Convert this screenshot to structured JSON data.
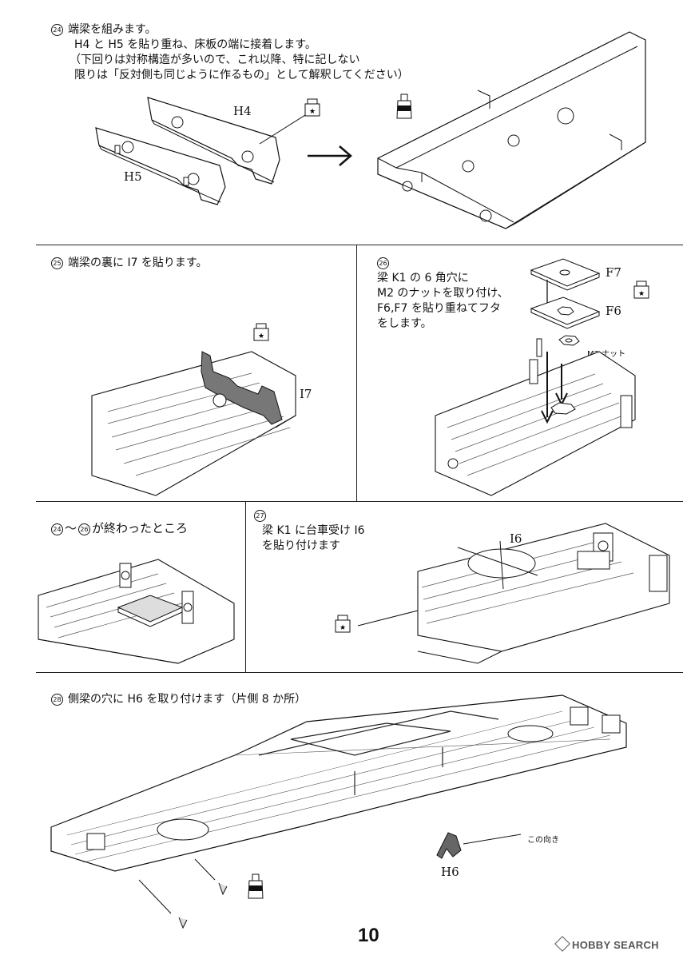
{
  "steps": {
    "s24": {
      "num": "24",
      "line1": "端梁を組みます。",
      "line2": "H4 と H5 を貼り重ね、床板の端に接着します。",
      "line3": "（下回りは対称構造が多いので、これ以降、特に記しない",
      "line4": "限りは「反対側も同じように作るもの」として解釈してください）",
      "labels": {
        "h4": "H4",
        "h5": "H5"
      }
    },
    "s25": {
      "num": "25",
      "text": "端梁の裏に I7 を貼ります。",
      "labels": {
        "i7": "I7"
      }
    },
    "s26": {
      "num": "26",
      "line1": "梁 K1 の 6 角穴に",
      "line2": "M2 のナットを取り付け、",
      "line3": "F6,F7 を貼り重ねてフタ",
      "line4": "をします。",
      "labels": {
        "f7": "F7",
        "f6": "F6",
        "nut": "M2 ナット"
      }
    },
    "s2426": {
      "num_a": "24",
      "sep": "〜",
      "num_b": "26",
      "text": "が終わったところ"
    },
    "s27": {
      "num": "27",
      "line1": "梁 K1 に台車受け I6",
      "line2": "を貼り付けます",
      "labels": {
        "i6": "I6"
      }
    },
    "s28": {
      "num": "28",
      "text": "側梁の穴に H6 を取り付けます（片側 8 か所）",
      "labels": {
        "h6": "H6",
        "direction": "この向き"
      }
    }
  },
  "page_number": "10",
  "watermark": "HOBBY SEARCH"
}
